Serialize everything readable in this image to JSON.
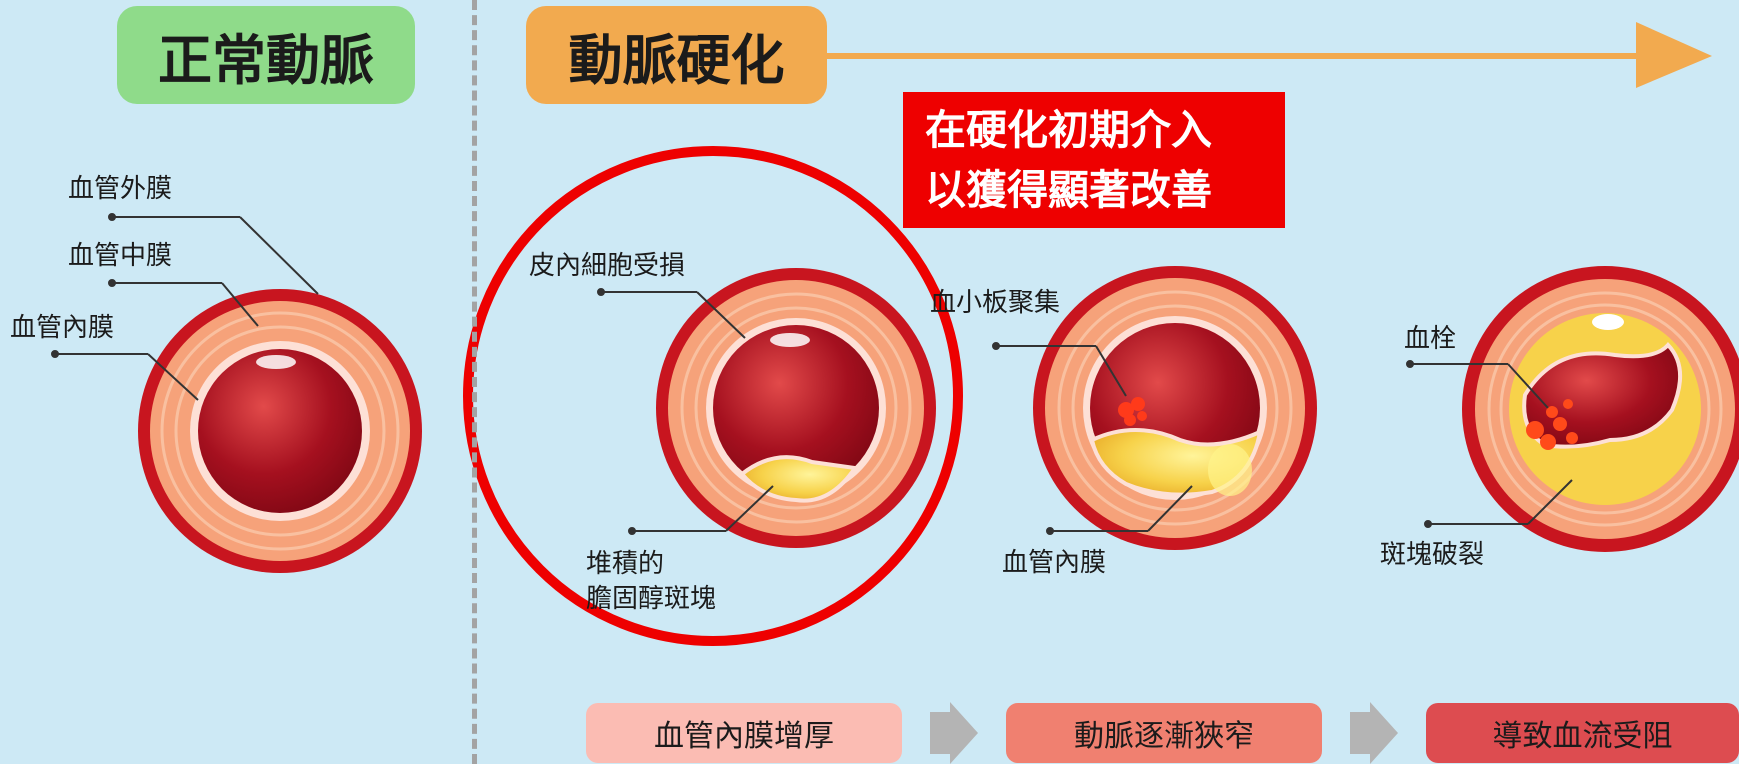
{
  "headers": {
    "normal": "正常動脈",
    "atherosclerosis": "動脈硬化"
  },
  "callout": {
    "line1": "在硬化初期介入",
    "line2": "以獲得顯著改善"
  },
  "labels": {
    "adventitia": "血管外膜",
    "media": "血管中膜",
    "intima": "血管內膜",
    "endothelial_damage": "皮內細胞受損",
    "plaque_line1": "堆積的",
    "plaque_line2": "膽固醇斑塊",
    "platelet": "血小板聚集",
    "intima2": "血管內膜",
    "thrombus": "血栓",
    "plaque_rupture": "斑塊破裂"
  },
  "stages": [
    {
      "label": "血管內膜增厚"
    },
    {
      "label": "動脈逐漸狹窄"
    },
    {
      "label": "導致血流受阻"
    }
  ],
  "colors": {
    "background": "#cde9f5",
    "normal_header": "#8fdb8a",
    "ath_header": "#f2aa4f",
    "arrow": "#f2aa4f",
    "callout": "#ee0000",
    "vessel_outer": "#c8151f",
    "vessel_wall": "#f6a27a",
    "lumen": "#9b0d1c",
    "plaque": "#f7d24a"
  },
  "icons": [
    "progression-arrow",
    "stage-arrow"
  ]
}
